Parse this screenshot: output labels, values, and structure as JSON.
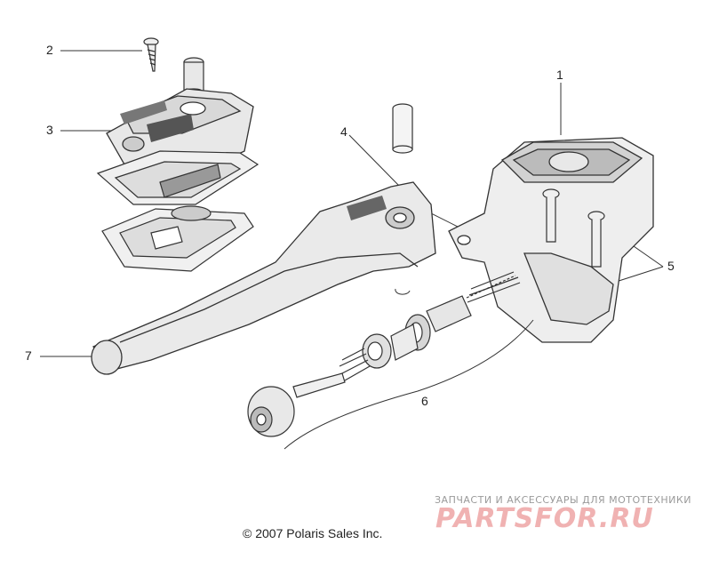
{
  "callouts": [
    {
      "num": "1"
    },
    {
      "num": "2"
    },
    {
      "num": "3"
    },
    {
      "num": "4"
    },
    {
      "num": "5"
    },
    {
      "num": "6"
    },
    {
      "num": "7"
    }
  ],
  "copyright": "© 2007 Polaris Sales Inc.",
  "watermark": {
    "subtitle": "ЗАПЧАСТИ И АКСЕССУАРЫ ДЛЯ МОТОТЕХНИКИ",
    "brand": "PARTSFOR.RU",
    "brand_color": "#f0b2b2"
  },
  "colors": {
    "line": "#333333",
    "fill_light": "#eeeeee",
    "fill_mid": "#d8d8d8",
    "fill_dark": "#b5b5b5"
  }
}
